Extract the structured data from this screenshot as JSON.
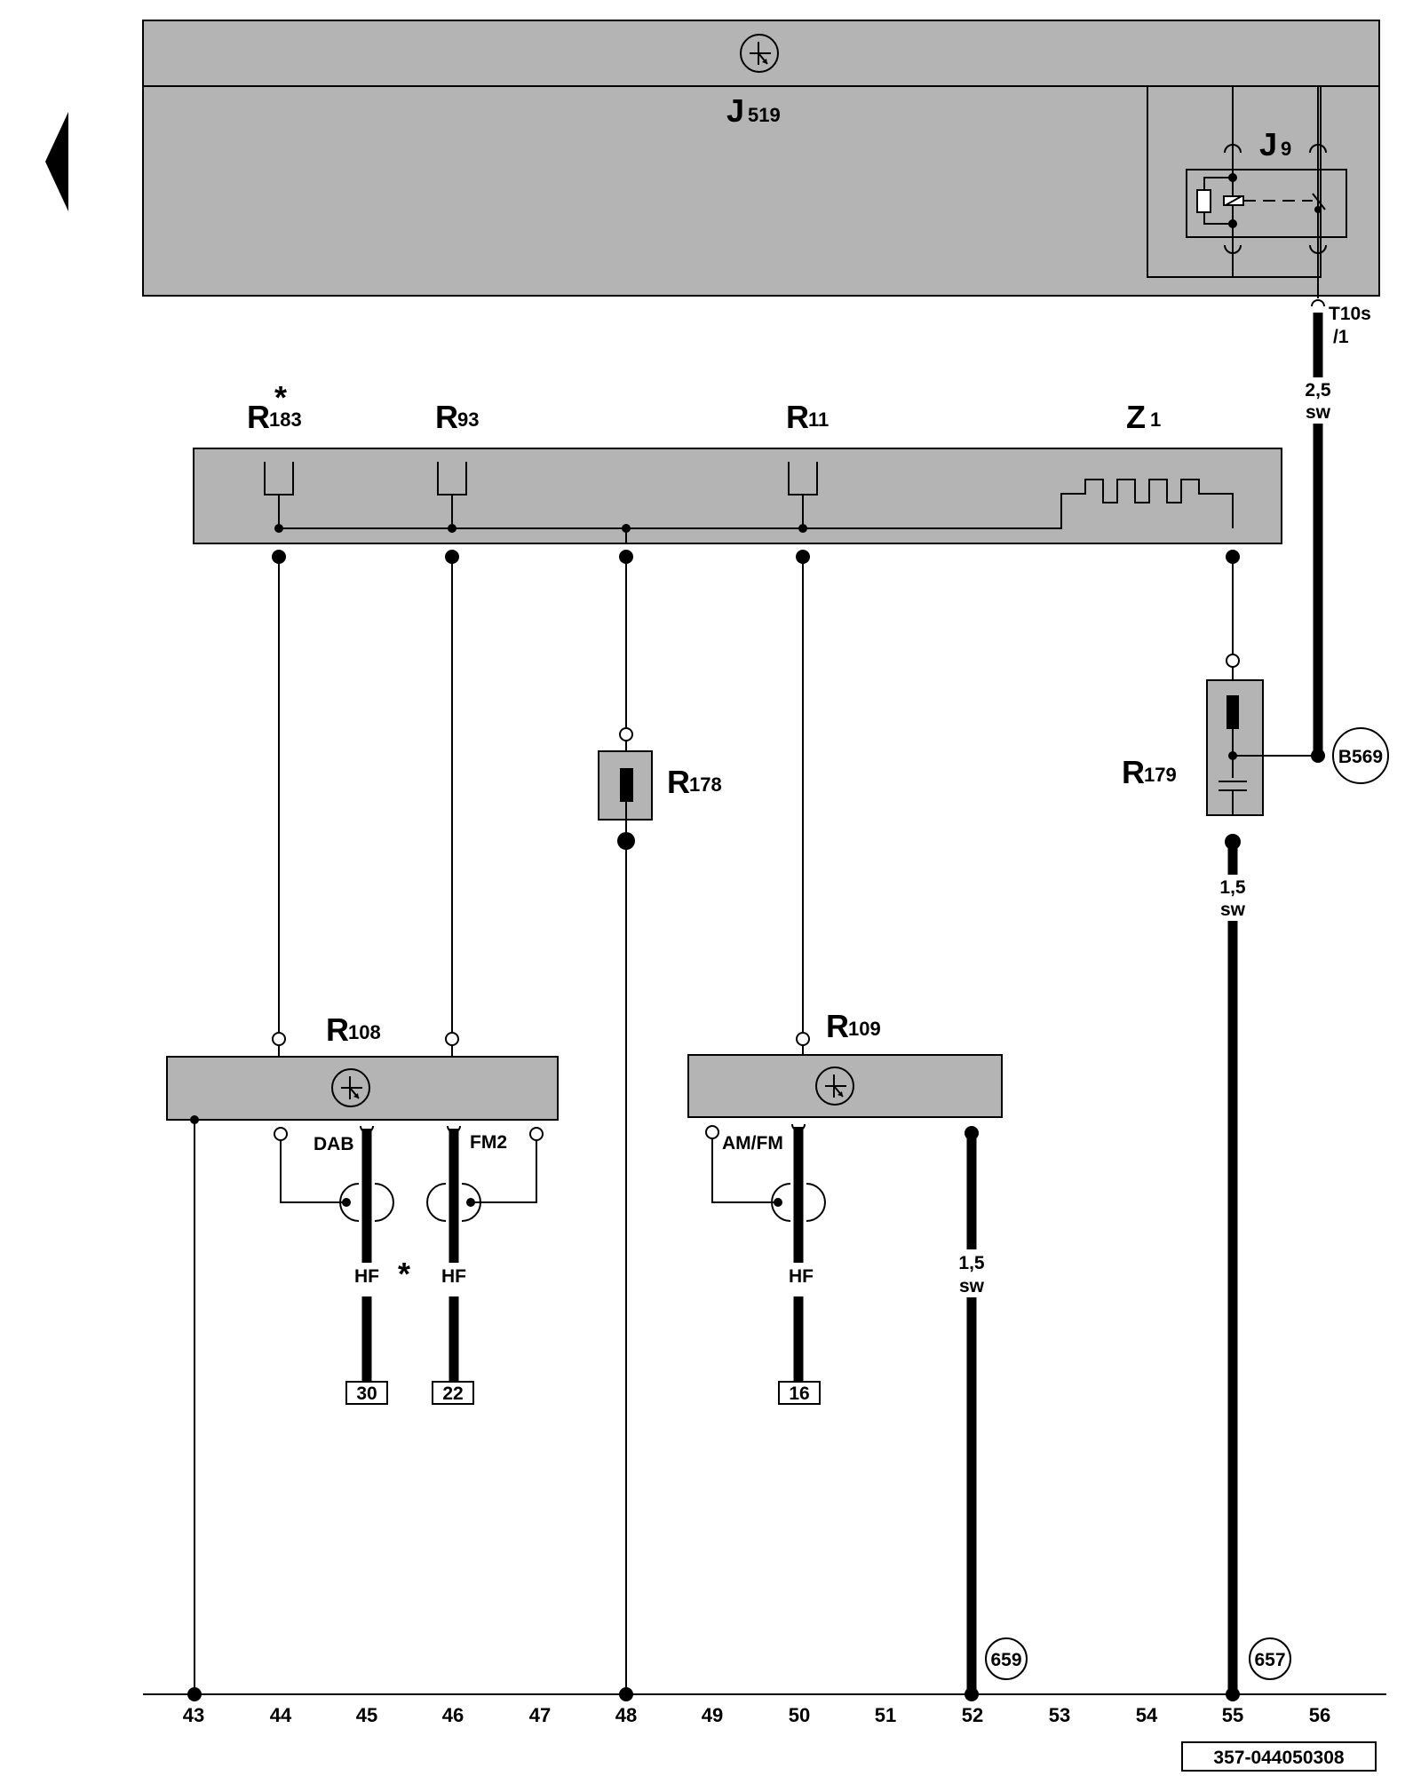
{
  "components": {
    "j519": {
      "letter": "J",
      "sub": "519"
    },
    "j9": {
      "letter": "J",
      "sub": "9"
    },
    "r183": {
      "letter": "R",
      "sub": "183",
      "mark": "*"
    },
    "r93": {
      "letter": "R",
      "sub": "93"
    },
    "r11": {
      "letter": "R",
      "sub": "11"
    },
    "z1": {
      "letter": "Z",
      "sub": "1"
    },
    "r178": {
      "letter": "R",
      "sub": "178"
    },
    "r179": {
      "letter": "R",
      "sub": "179"
    },
    "r108": {
      "letter": "R",
      "sub": "108"
    },
    "r109": {
      "letter": "R",
      "sub": "109"
    }
  },
  "connector": {
    "line1": "T10s",
    "line2": "/1"
  },
  "wires": {
    "w1": {
      "size": "2,5",
      "color": "sw"
    },
    "w2": {
      "size": "1,5",
      "color": "sw"
    },
    "w3": {
      "size": "1,5",
      "color": "sw"
    }
  },
  "antenna_labels": {
    "dab": "DAB",
    "fm2": "FM2",
    "amfm": "AM/FM",
    "hf": "HF",
    "star": "*"
  },
  "ground_refs": {
    "b569": "B569",
    "g659": "659",
    "g657": "657"
  },
  "target_boxes": [
    "30",
    "22",
    "16"
  ],
  "grid_numbers": [
    "43",
    "44",
    "45",
    "46",
    "47",
    "48",
    "49",
    "50",
    "51",
    "52",
    "53",
    "54",
    "55",
    "56"
  ],
  "doc_number": "357-044050308",
  "icons": {
    "nav": "left-arrow-icon",
    "antenna": "antenna-amplifier-icon"
  }
}
